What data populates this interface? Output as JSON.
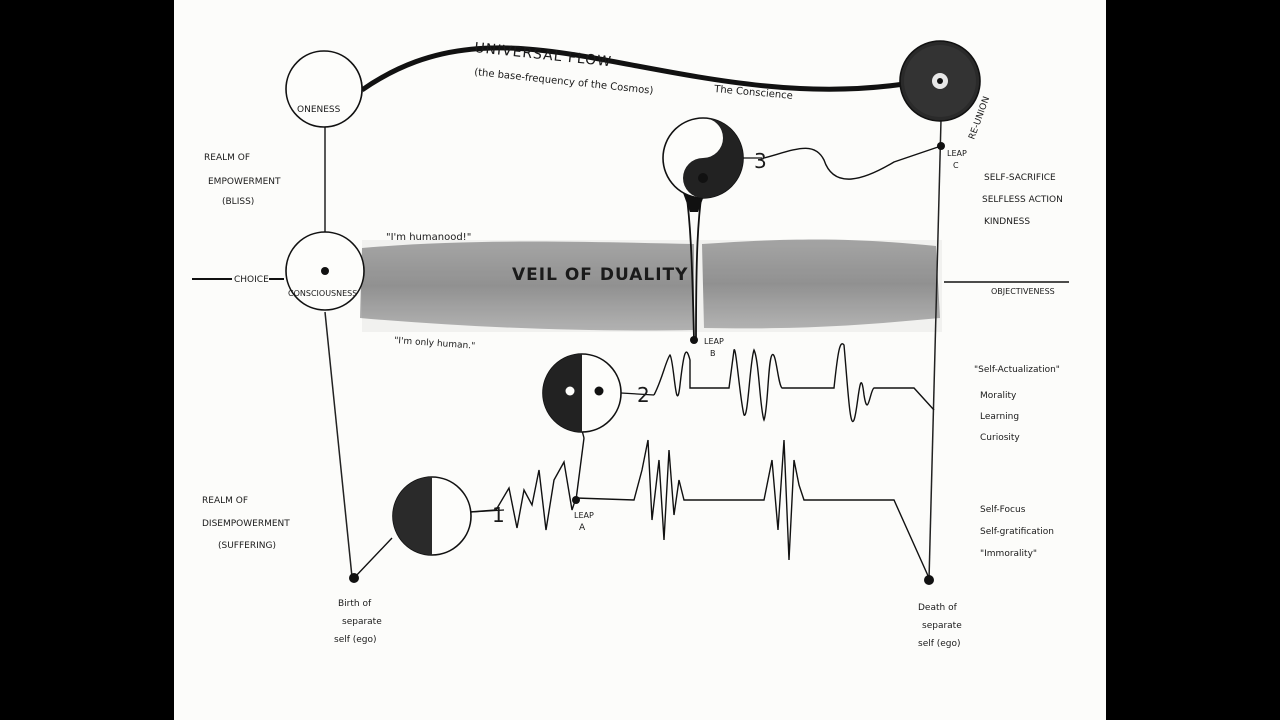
{
  "title": "UNIVERSAL FLOW",
  "title_sub": "(the base-frequency of the Cosmos)",
  "conscience": "The Conscience",
  "nodes": {
    "oneness": "ONENESS",
    "consciousness": "CONSCIOUSNESS",
    "re_union": "RE-UNION",
    "choice": "CHOICE",
    "objectiveness": "OBJECTIVENESS"
  },
  "realm_top": [
    "REALM OF",
    "EMPOWERMENT",
    "(BLISS)"
  ],
  "realm_bottom": [
    "REALM OF",
    "DISEMPOWERMENT",
    "(SUFFERING)"
  ],
  "veil": "VEIL OF DUALITY",
  "quote_top": "\"I'm humanood!\"",
  "quote_bottom": "\"I'm only human.\"",
  "leaps": {
    "a": [
      "LEAP",
      "A"
    ],
    "b": [
      "LEAP",
      "B"
    ],
    "c": [
      "LEAP",
      "C"
    ]
  },
  "numbers": [
    "1",
    "2",
    "3"
  ],
  "right_top": [
    "SELF-SACRIFICE",
    "SELFLESS ACTION",
    "KINDNESS"
  ],
  "right_mid": [
    "\"Self-Actualization\"",
    "Morality",
    "Learning",
    "Curiosity"
  ],
  "right_bottom": [
    "Self-Focus",
    "Self-gratification",
    "\"Immorality\""
  ],
  "birth": [
    "Birth of",
    "separate",
    "self (ego)"
  ],
  "death": [
    "Death of",
    "separate",
    "self (ego)"
  ]
}
